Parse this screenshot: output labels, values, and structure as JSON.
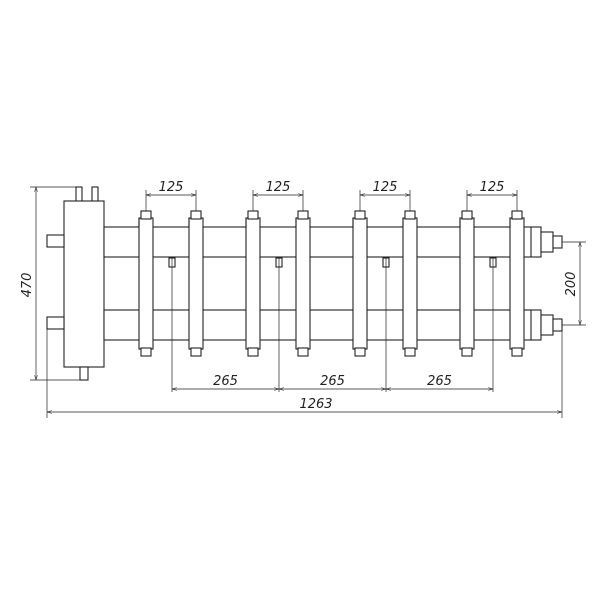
{
  "dimensions": {
    "overall_height": "470",
    "header_spacing": "200",
    "overall_length": "1263",
    "top_pitch": [
      "125",
      "125",
      "125",
      "125"
    ],
    "bottom_pitch": [
      "265",
      "265",
      "265"
    ]
  },
  "colors": {
    "line": "#222222",
    "background": "#ffffff"
  }
}
